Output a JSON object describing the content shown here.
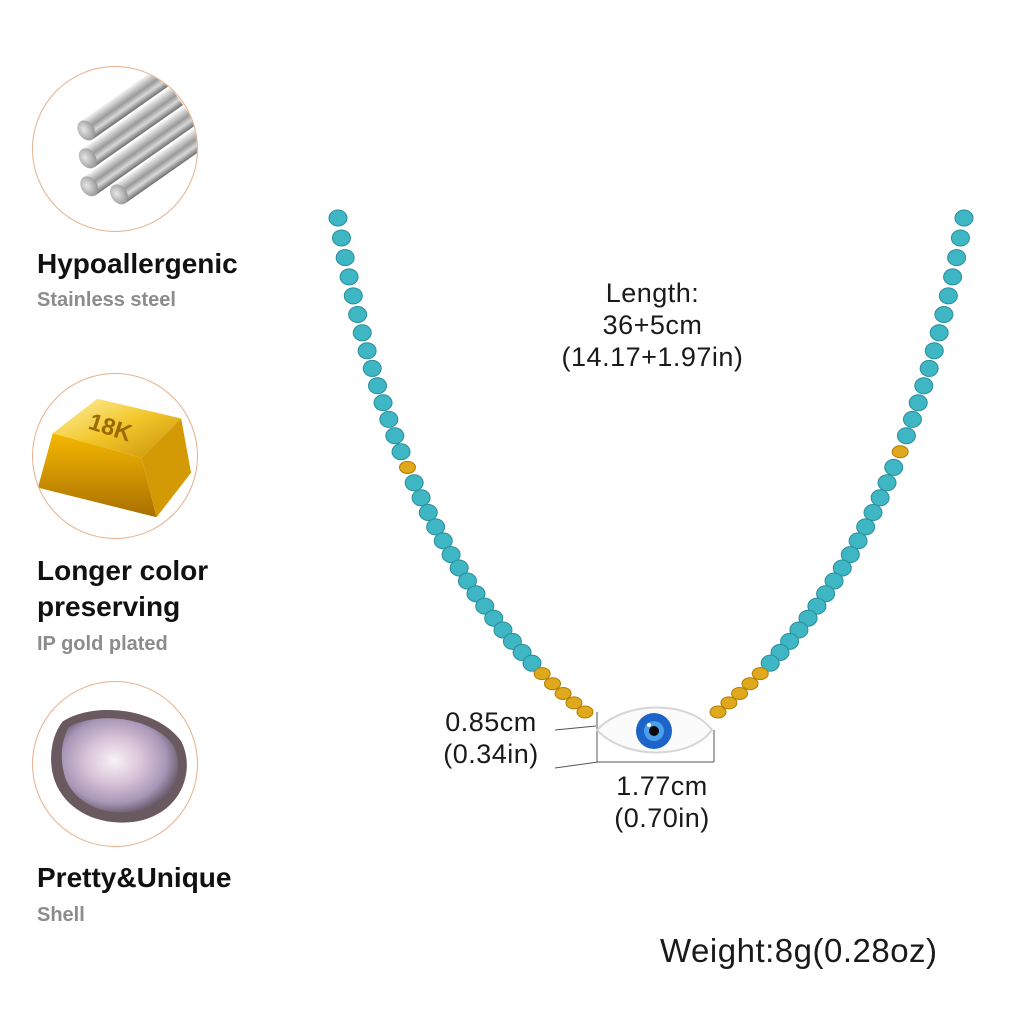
{
  "features": [
    {
      "title_lines": [
        "Hypoallergenic"
      ],
      "subtitle": "Stainless steel",
      "icon": "steel-rods-icon"
    },
    {
      "title_lines": [
        "Longer color",
        "preserving"
      ],
      "subtitle": "IP gold plated",
      "icon": "gold-bar-icon",
      "bar_text": "18K"
    },
    {
      "title_lines": [
        "Pretty&Unique"
      ],
      "subtitle": "Shell",
      "icon": "shell-icon"
    }
  ],
  "dimensions": {
    "length": [
      "Length:",
      "36+5cm",
      "(14.17+1.97in)"
    ],
    "height": [
      "0.85cm",
      "(0.34in)"
    ],
    "width": [
      "1.77cm",
      "(0.70in)"
    ]
  },
  "weight": "Weight:8g(0.28oz)",
  "colors": {
    "accent_border": "#e7b08a",
    "bead": "#3fb6c4",
    "spacer": "#e0a81c",
    "eye_blue": "#1e63c8"
  }
}
